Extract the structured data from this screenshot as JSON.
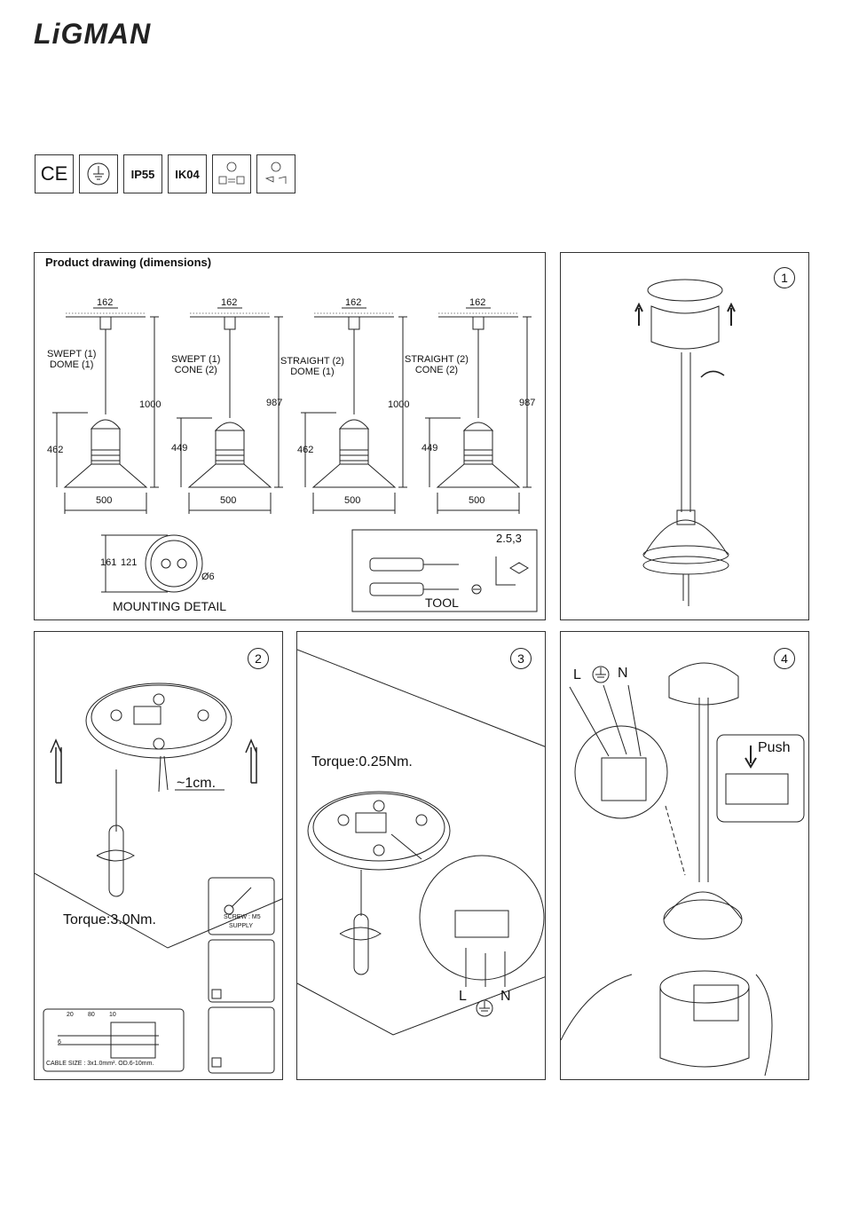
{
  "brand": "LiGMAN",
  "certifications": [
    {
      "icon": "ce-mark-icon",
      "text": "CE"
    },
    {
      "icon": "earth-ground-icon",
      "text": ""
    },
    {
      "icon": "",
      "text": "IP55"
    },
    {
      "icon": "",
      "text": "IK04"
    },
    {
      "icon": "driver-replace-icon",
      "text": ""
    },
    {
      "icon": "lamp-replace-icon",
      "text": ""
    }
  ],
  "dimensions": {
    "title": "Product drawing (dimensions)",
    "variants": [
      {
        "name_line1": "SWEPT (1)",
        "name_line2": "DOME (1)",
        "top": "162",
        "total": "1000",
        "body": "462",
        "width": "500"
      },
      {
        "name_line1": "SWEPT (1)",
        "name_line2": "CONE (2)",
        "top": "162",
        "total": "987",
        "body": "449",
        "width": "500"
      },
      {
        "name_line1": "STRAIGHT (2)",
        "name_line2": "DOME (1)",
        "top": "162",
        "total": "1000",
        "body": "462",
        "width": "500"
      },
      {
        "name_line1": "STRAIGHT (2)",
        "name_line2": "CONE (2)",
        "top": "162",
        "total": "987",
        "body": "449",
        "width": "500"
      }
    ],
    "mounting": {
      "label": "MOUNTING DETAIL",
      "outer": "161",
      "inner": "121",
      "hole": "Ø6"
    },
    "tool": {
      "label": "TOOL",
      "size": "2.5,3"
    }
  },
  "steps": [
    {
      "number": "1"
    },
    {
      "number": "2",
      "torque": "Torque:3.0Nm.",
      "strip": "~1cm.",
      "screw_line1": "SCREW : M5",
      "screw_line2": "SUPPLY",
      "cable": {
        "a": "20",
        "b": "80",
        "c": "10",
        "d": "6",
        "size": "CABLE SIZE : 3x1.0mm². OD.6-10mm."
      }
    },
    {
      "number": "3",
      "torque": "Torque:0.25Nm.",
      "l": "L",
      "n": "N"
    },
    {
      "number": "4",
      "l": "L",
      "n": "N",
      "push": "Push"
    }
  ]
}
